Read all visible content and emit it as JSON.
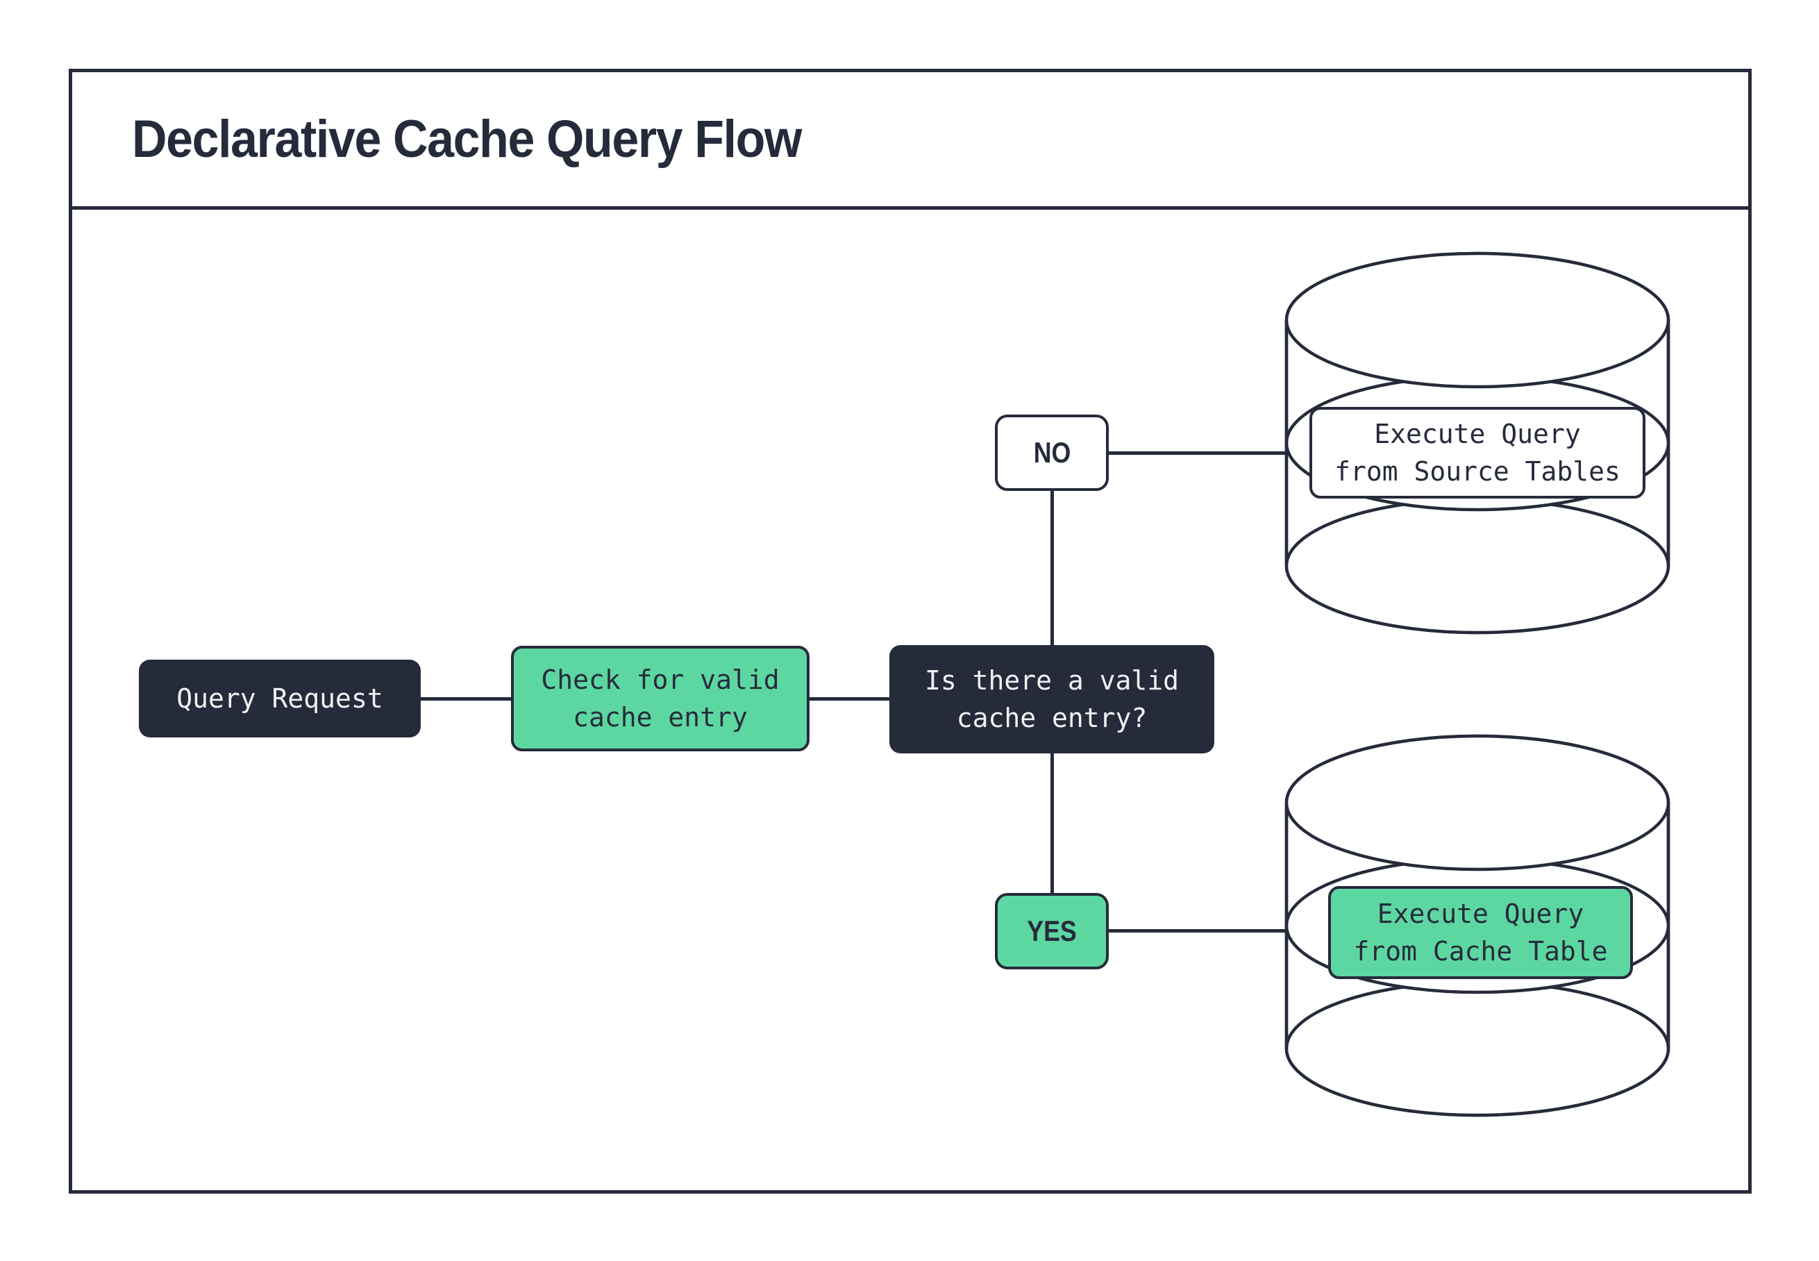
{
  "title": "Declarative Cache Query Flow",
  "palette": {
    "dark": "#262b3b",
    "green": "#5dd7a2",
    "light": "#f1f1f2"
  },
  "nodes": {
    "query_request": {
      "label": "Query Request"
    },
    "check_cache": {
      "line1": "Check for valid",
      "line2": "cache entry"
    },
    "decision": {
      "line1": "Is there a valid",
      "line2": "cache entry?"
    },
    "branch_no": {
      "label": "NO"
    },
    "branch_yes": {
      "label": "YES"
    },
    "source_db": {
      "line1": "Execute Query",
      "line2": "from Source Tables"
    },
    "cache_db": {
      "line1": "Execute Query",
      "line2": "from Cache Table"
    }
  }
}
